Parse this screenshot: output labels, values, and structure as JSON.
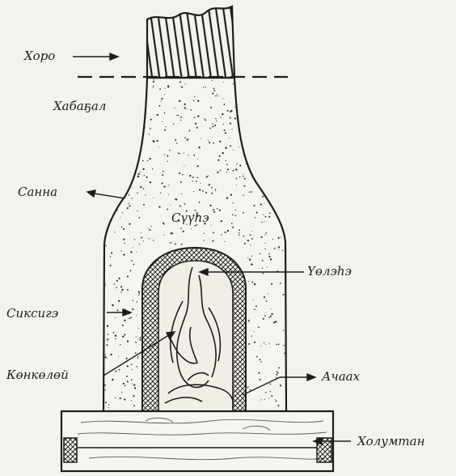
{
  "labels": {
    "horo": "Хоро",
    "habagal": "Хабаҕал",
    "sanna": "Санна",
    "suuhe": "Сүүһэ",
    "uolehe": "Үөлэһэ",
    "siksige": "Сиксигэ",
    "konkolei": "Көнкөлөй",
    "achaah": "Ачаах",
    "holumtan": "Холумтан"
  },
  "colors": {
    "ink": "#1d1d1d",
    "paper": "#f4f2ee"
  }
}
